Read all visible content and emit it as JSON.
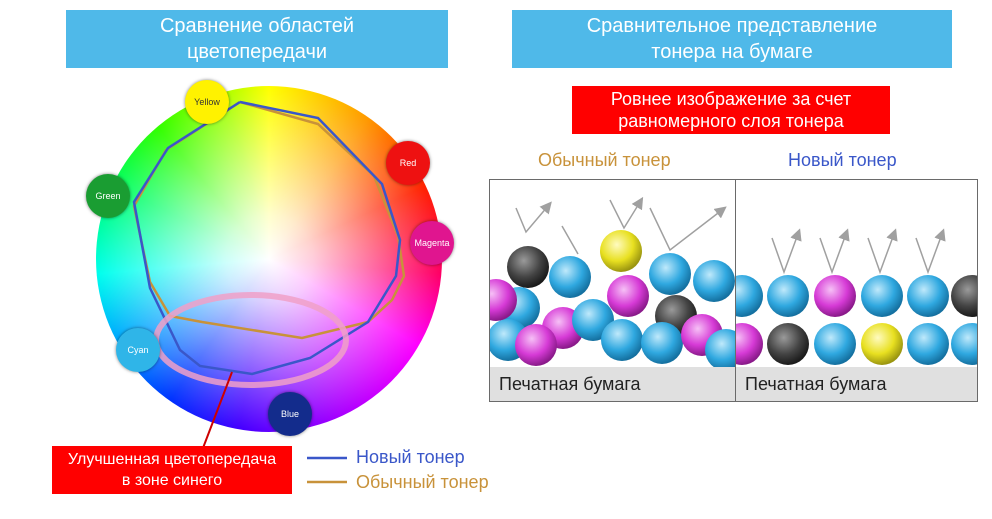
{
  "left_title": {
    "line1": "Сравнение областей",
    "line2": "цветопередачи"
  },
  "right_title": {
    "line1": "Сравнительное представление",
    "line2": "тонера на бумаге"
  },
  "callout_top": {
    "line1": "Ровнее изображение за счет",
    "line2": "равномерного слоя тонера"
  },
  "callout_bottom": {
    "line1": "Улучшенная цветопередача",
    "line2": "в зоне синего"
  },
  "wheel_labels": {
    "yellow": "Yellow",
    "red": "Red",
    "magenta": "Magenta",
    "blue": "Blue",
    "cyan": "Cyan",
    "green": "Green"
  },
  "legend": {
    "new_toner": "Новый тонер",
    "regular_toner": "Обычный тонер"
  },
  "panels": {
    "regular_title": "Обычный тонер",
    "new_title": "Новый тонер",
    "paper_label": "Печатная бумага"
  },
  "colors": {
    "title_bg": "#4fb9e9",
    "callout_bg": "#ff0000",
    "new_toner": "#3a57c9",
    "regular_toner": "#c8923a",
    "highlight_ring": "#f0a0c8",
    "toner_cyan": "#2fa8e0",
    "toner_magenta": "#d63ad6",
    "toner_yellow": "#e8e020",
    "toner_black": "#444444"
  }
}
